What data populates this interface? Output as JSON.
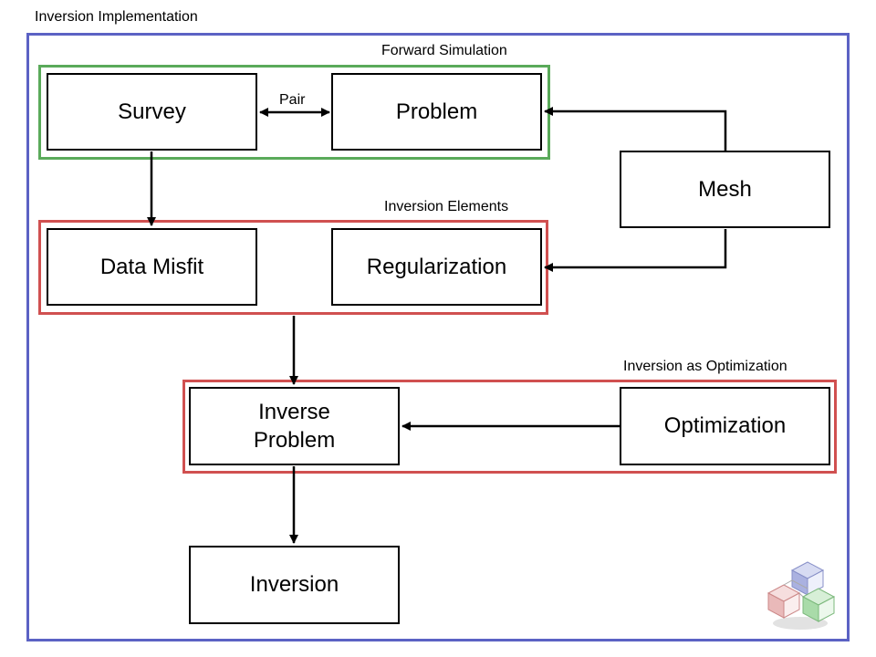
{
  "diagram": {
    "outer_label": "Inversion Implementation",
    "groups": {
      "forward_simulation": "Forward Simulation",
      "inversion_elements": "Inversion Elements",
      "inversion_as_optimization": "Inversion as Optimization"
    },
    "nodes": {
      "survey": "Survey",
      "problem": "Problem",
      "mesh": "Mesh",
      "data_misfit": "Data Misfit",
      "regularization": "Regularization",
      "inverse_problem": "Inverse Problem",
      "optimization": "Optimization",
      "inversion": "Inversion"
    },
    "edge_labels": {
      "pair": "Pair"
    }
  },
  "colors": {
    "outer_border": "#5b62c4",
    "forward_group": "#5aaa5a",
    "element_groups": "#d05050"
  }
}
